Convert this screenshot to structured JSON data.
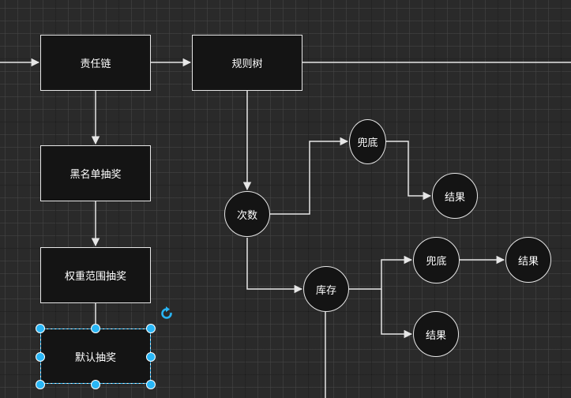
{
  "diagram": {
    "nodes": {
      "chain": "责任链",
      "rule_tree": "规则树",
      "blacklist": "黑名单抽奖",
      "weight_range": "权重范围抽奖",
      "default": "默认抽奖",
      "times": "次数",
      "fallback_top": "兜底",
      "result_top": "结果",
      "inventory": "库存",
      "fallback_mid": "兜底",
      "result_mid": "结果",
      "result_bottom": "结果"
    },
    "colors": {
      "node_fill": "#141414",
      "node_stroke": "#e6e6e6",
      "edge": "#e6e6e6",
      "selection": "#29b6f6",
      "canvas": "#2a2a2a"
    },
    "selection_icon": "rotate-icon"
  }
}
